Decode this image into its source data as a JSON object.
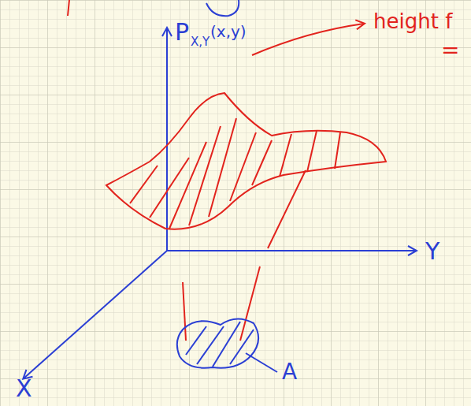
{
  "diagram": {
    "labels": [
      "P",
      "X,Y",
      "(x,y)",
      "height f",
      "=",
      "Y",
      "X",
      "A"
    ]
  }
}
